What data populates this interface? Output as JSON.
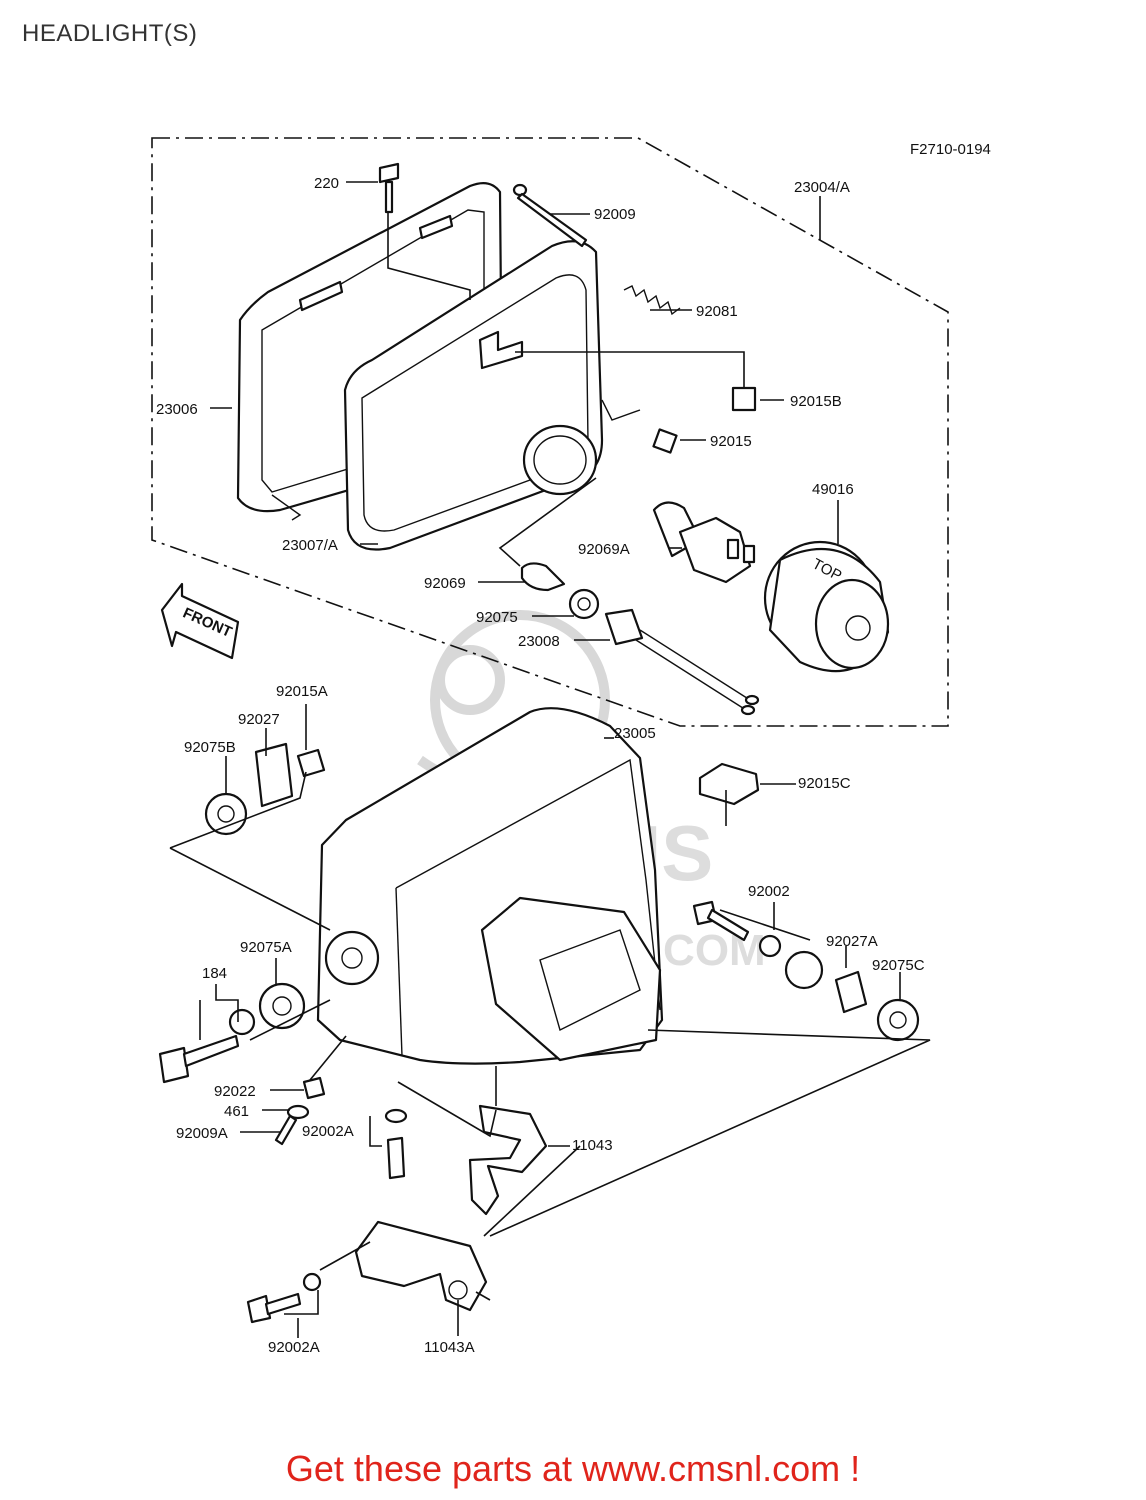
{
  "page": {
    "title": "HEADLIGHT(S)",
    "footer": "Get these parts at www.cmsnl.com !",
    "footer_color": "#e0241b"
  },
  "diagram": {
    "figure_code": "F2710-0194",
    "front_marker": "FRONT",
    "lamp_marking": "TOP",
    "watermark": {
      "brand": "CMS",
      "url": "WWW.CMSNL.COM"
    },
    "parts": [
      {
        "id": "220",
        "label": "220"
      },
      {
        "id": "92009",
        "label": "92009"
      },
      {
        "id": "23004A",
        "label": "23004/A"
      },
      {
        "id": "92081",
        "label": "92081"
      },
      {
        "id": "23006",
        "label": "23006"
      },
      {
        "id": "92015B",
        "label": "92015B"
      },
      {
        "id": "92015",
        "label": "92015"
      },
      {
        "id": "49016",
        "label": "49016"
      },
      {
        "id": "92069A",
        "label": "92069A"
      },
      {
        "id": "23007A",
        "label": "23007/A"
      },
      {
        "id": "92069",
        "label": "92069"
      },
      {
        "id": "92075",
        "label": "92075"
      },
      {
        "id": "23008",
        "label": "23008"
      },
      {
        "id": "92015A",
        "label": "92015A"
      },
      {
        "id": "92027",
        "label": "92027"
      },
      {
        "id": "92075B",
        "label": "92075B"
      },
      {
        "id": "23005",
        "label": "23005"
      },
      {
        "id": "92015C",
        "label": "92015C"
      },
      {
        "id": "92002",
        "label": "92002"
      },
      {
        "id": "92027A",
        "label": "92027A"
      },
      {
        "id": "92075C",
        "label": "92075C"
      },
      {
        "id": "184",
        "label": "184"
      },
      {
        "id": "92075A",
        "label": "92075A"
      },
      {
        "id": "92022",
        "label": "92022"
      },
      {
        "id": "461",
        "label": "461"
      },
      {
        "id": "92009A",
        "label": "92009A"
      },
      {
        "id": "92002A_1",
        "label": "92002A"
      },
      {
        "id": "11043",
        "label": "11043"
      },
      {
        "id": "92002A_2",
        "label": "92002A"
      },
      {
        "id": "11043A",
        "label": "11043A"
      }
    ]
  }
}
